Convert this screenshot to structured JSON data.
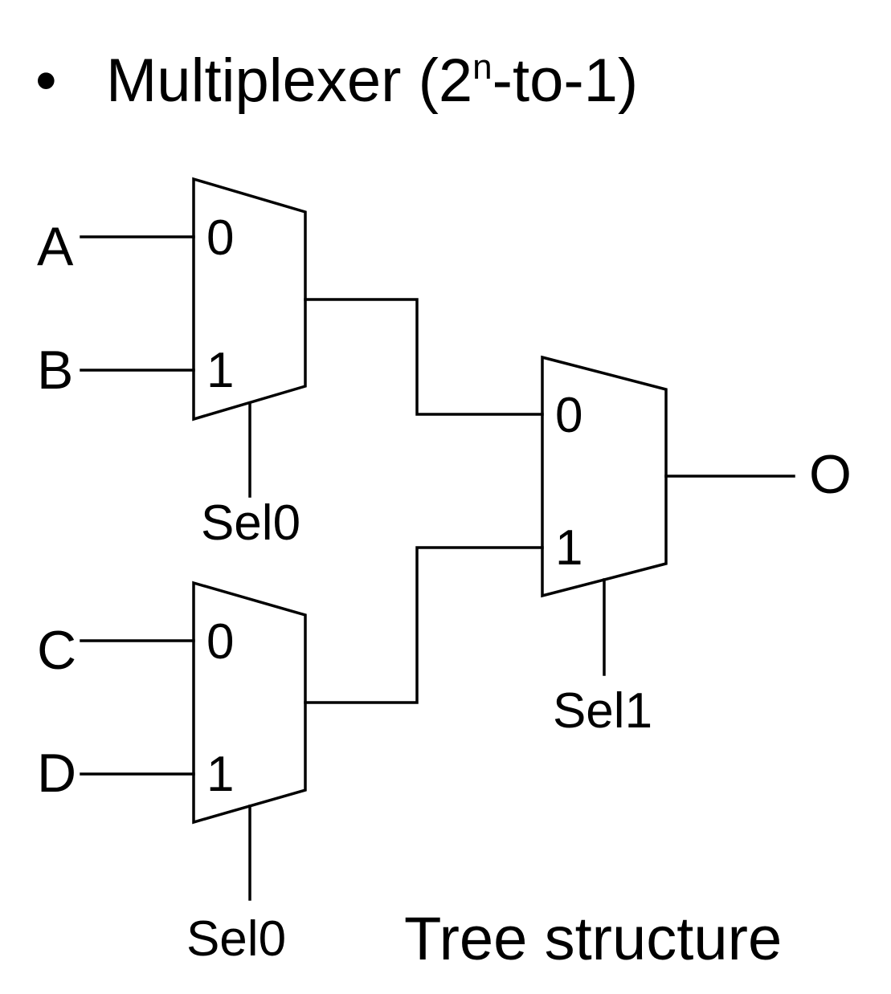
{
  "title": {
    "bullet": "•",
    "text_before": "Multiplexer (2",
    "superscript": "n",
    "text_after": "-to-1)"
  },
  "diagram": {
    "inputs": [
      "A",
      "B",
      "C",
      "D"
    ],
    "output": "O",
    "mux_top": {
      "port0": "0",
      "port1": "1",
      "select": "Sel0"
    },
    "mux_bottom": {
      "port0": "0",
      "port1": "1",
      "select": "Sel0"
    },
    "mux_final": {
      "port0": "0",
      "port1": "1",
      "select": "Sel1"
    },
    "caption": "Tree structure"
  }
}
